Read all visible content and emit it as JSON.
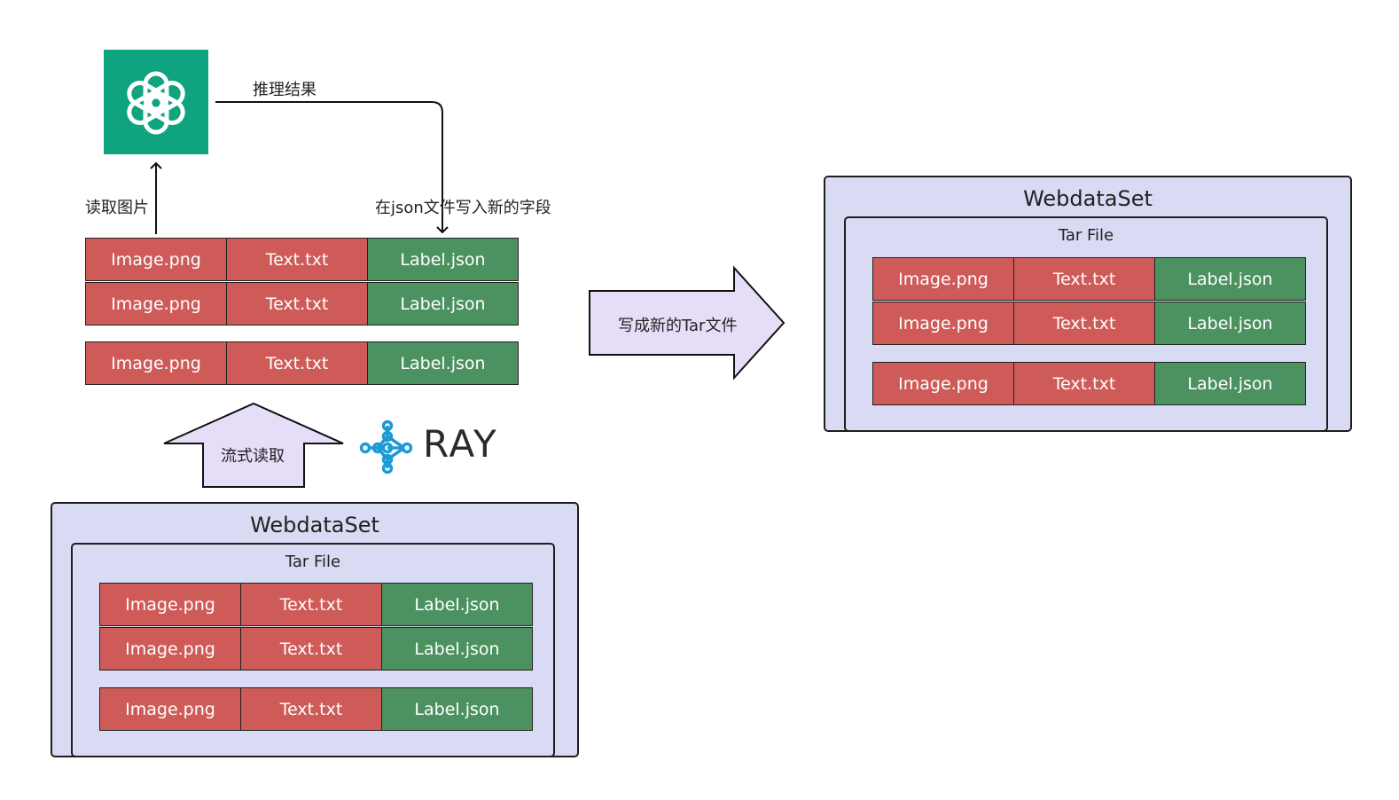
{
  "top_section": {
    "inference_result_label": "推理结果",
    "read_image_label": "读取图片",
    "write_field_label": "在json文件写入新的字段",
    "stream_read_label": "流式读取",
    "rows": [
      {
        "image": "Image.png",
        "text": "Text.txt",
        "label": "Label.json"
      },
      {
        "image": "Image.png",
        "text": "Text.txt",
        "label": "Label.json"
      },
      {
        "image": "Image.png",
        "text": "Text.txt",
        "label": "Label.json"
      }
    ]
  },
  "ray_logo": {
    "text": "RAY",
    "color": "#1a9ad6"
  },
  "openai_logo": {
    "color": "#10a37f"
  },
  "source_dataset": {
    "title": "WebdataSet",
    "subtitle": "Tar File",
    "rows": [
      {
        "image": "Image.png",
        "text": "Text.txt",
        "label": "Label.json"
      },
      {
        "image": "Image.png",
        "text": "Text.txt",
        "label": "Label.json"
      },
      {
        "image": "Image.png",
        "text": "Text.txt",
        "label": "Label.json"
      }
    ]
  },
  "write_arrow": {
    "label": "写成新的Tar文件"
  },
  "output_dataset": {
    "title": "WebdataSet",
    "subtitle": "Tar File",
    "rows": [
      {
        "image": "Image.png",
        "text": "Text.txt",
        "label": "Label.json"
      },
      {
        "image": "Image.png",
        "text": "Text.txt",
        "label": "Label.json"
      },
      {
        "image": "Image.png",
        "text": "Text.txt",
        "label": "Label.json"
      }
    ]
  },
  "colors": {
    "red_cell": "#cf5b59",
    "green_cell": "#4c9260",
    "container_fill": "#d8dbf3",
    "arrow_fill": "#e6def8"
  }
}
